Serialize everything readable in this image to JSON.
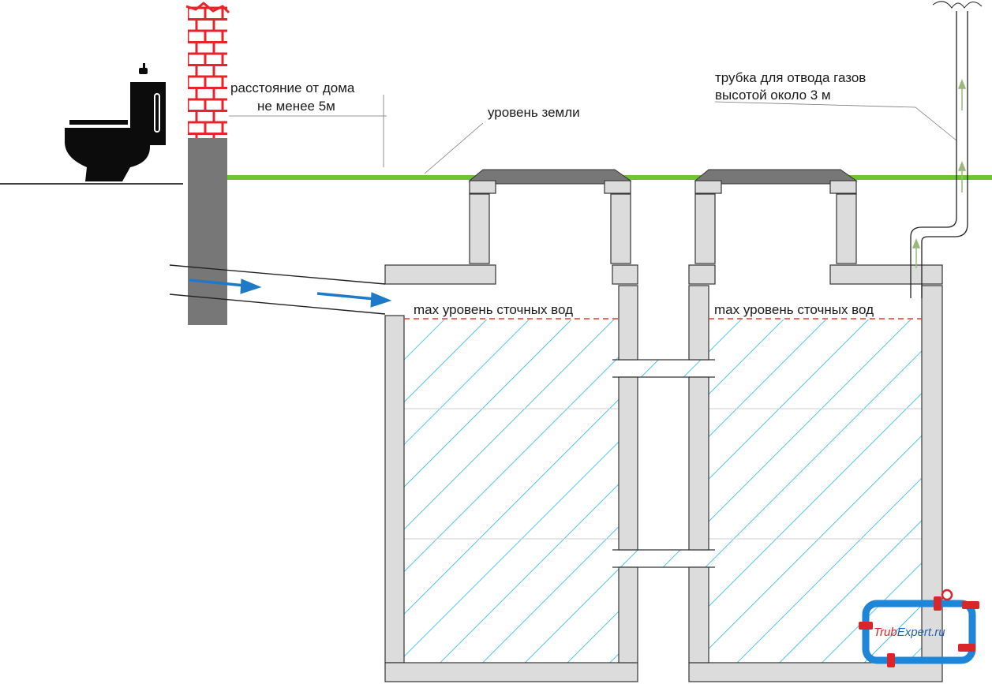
{
  "labels": {
    "distance_line1": "расстояние от дома",
    "distance_line2": "не менее 5м",
    "ground_level": "уровень земли",
    "gas_pipe_line1": "трубка для отвода газов",
    "gas_pipe_line2": "высотой около 3 м",
    "max_level_left": "max уровень сточных вод",
    "max_level_right": "max уровень сточных вод"
  },
  "logo": {
    "part1": "Trub",
    "part2": "Expert.ru"
  },
  "colors": {
    "ground": "#6cc531",
    "water_hatch": "#27b5e6",
    "flow_arrow": "#1e79c8",
    "max_level": "#e53a2a",
    "brick": "#e8232a",
    "concrete": "#dcdcdc",
    "wall_dark": "#777777",
    "gas_arrow": "#9ab87a",
    "logo_frame": "#1e86d8",
    "logo_joint": "#d8262a"
  }
}
